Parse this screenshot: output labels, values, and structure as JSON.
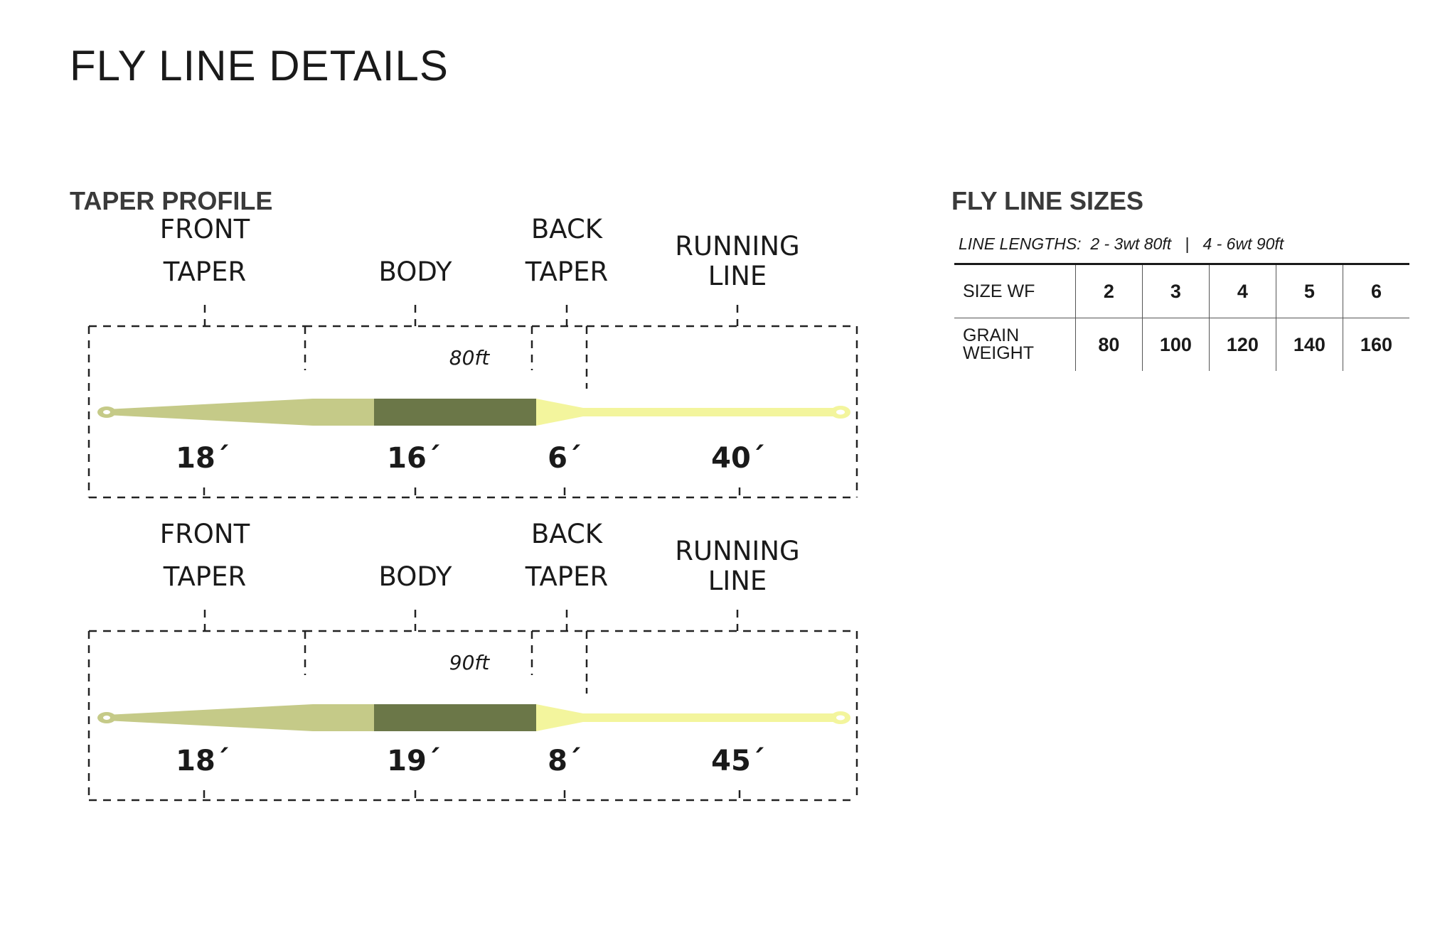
{
  "page": {
    "title": "FLY LINE DETAILS"
  },
  "taper_profile": {
    "title": "TAPER PROFILE",
    "diagrams": [
      {
        "total": "80ft",
        "sections": [
          {
            "label_line1": "FRONT",
            "label_line2": "TAPER",
            "length": "18´"
          },
          {
            "label_line1": "",
            "label_line2": "BODY",
            "length": "16´"
          },
          {
            "label_line1": "BACK",
            "label_line2": "TAPER",
            "length": "6´"
          },
          {
            "label_line1": "RUNNING",
            "label_line2": "LINE",
            "length": "40´"
          }
        ]
      },
      {
        "total": "90ft",
        "sections": [
          {
            "label_line1": "FRONT",
            "label_line2": "TAPER",
            "length": "18´"
          },
          {
            "label_line1": "",
            "label_line2": "BODY",
            "length": "19´"
          },
          {
            "label_line1": "BACK",
            "label_line2": "TAPER",
            "length": "8´"
          },
          {
            "label_line1": "RUNNING",
            "label_line2": "LINE",
            "length": "45´"
          }
        ]
      }
    ],
    "colors": {
      "front_taper": "#c5ca88",
      "body": "#6b7748",
      "running_line": "#f3f59d",
      "dash_line": "#222222"
    }
  },
  "fly_line_sizes": {
    "title": "FLY LINE SIZES",
    "lengths_label": "LINE LENGTHS:",
    "lengths_a": "2 - 3wt 80ft",
    "lengths_sep": "|",
    "lengths_b": "4 - 6wt 90ft",
    "rows": [
      {
        "header": "SIZE WF",
        "values": [
          "2",
          "3",
          "4",
          "5",
          "6"
        ]
      },
      {
        "header": "GRAIN\nWEIGHT",
        "values": [
          "80",
          "100",
          "120",
          "140",
          "160"
        ]
      }
    ]
  }
}
